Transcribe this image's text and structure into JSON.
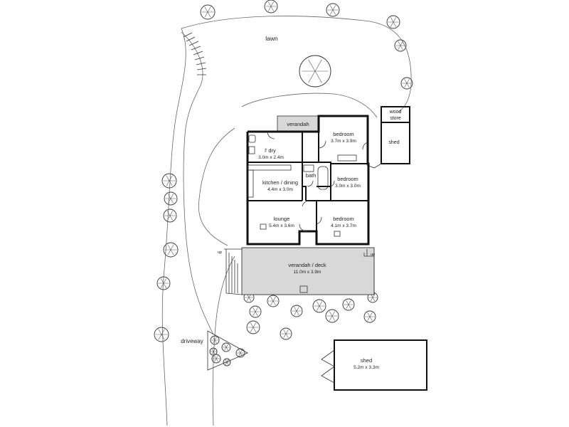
{
  "site": {
    "lawn": "lawn",
    "driveway": "driveway",
    "wood_store_line1": "wood",
    "wood_store_line2": "store",
    "shed_small": "shed",
    "shed_large": "shed",
    "shed_large_size": "5.2m x 3.3m",
    "up_left": "up",
    "up_right": "up"
  },
  "rooms": {
    "verandah_rear": {
      "name": "verandah"
    },
    "bedroom1": {
      "name": "bedroom",
      "size": "3.7m x 3.9m"
    },
    "laundry": {
      "name": "l' dry",
      "size": "3.0m x 2.4m"
    },
    "bath": {
      "name": "bath"
    },
    "bedroom2": {
      "name": "bedroom",
      "size": "3.0m x 3.0m"
    },
    "kitchen": {
      "name": "kitchen / dining",
      "size": "4.4m x 3.0m"
    },
    "lounge": {
      "name": "lounge",
      "size": "5.4m x 3.6m"
    },
    "bedroom3": {
      "name": "bedroom",
      "size": "4.1m x 3.7m"
    },
    "verandah_deck": {
      "name": "verandah / deck",
      "size": "11.0m x 3.9m"
    }
  }
}
